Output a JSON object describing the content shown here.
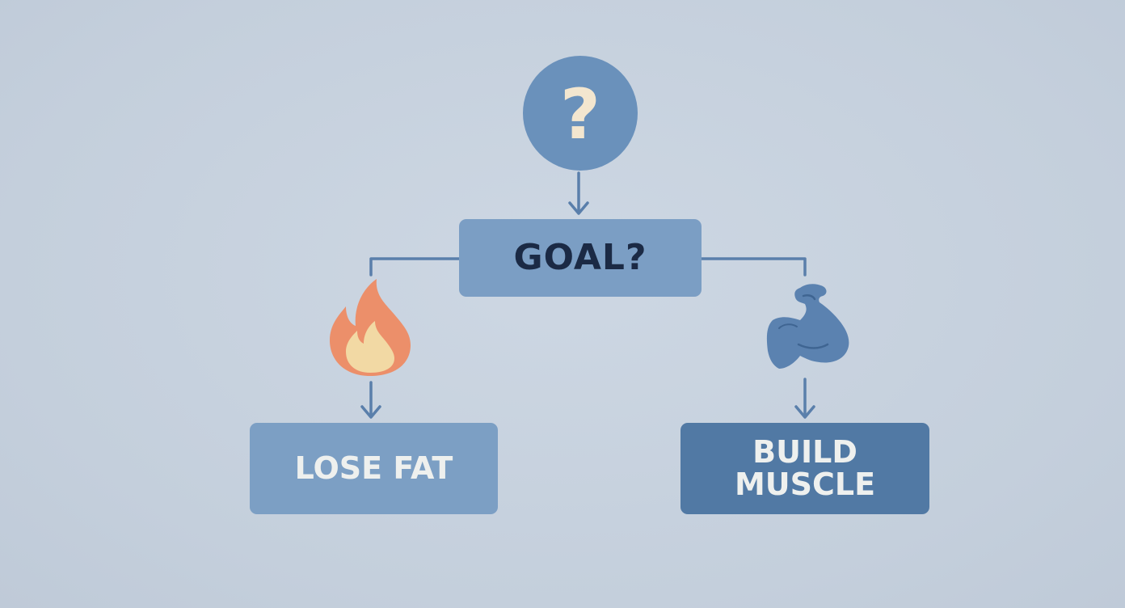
{
  "diagram": {
    "start_symbol": "?",
    "decision_label": "GOAL?",
    "options": [
      {
        "label": "LOSE FAT",
        "icon": "flame-icon"
      },
      {
        "label_line1": "BUILD",
        "label_line2": "MUSCLE",
        "icon": "flexed-bicep-icon"
      }
    ]
  },
  "colors": {
    "background": "#c6d1de",
    "primary_blue": "#7b9ec4",
    "dark_blue": "#5179a4",
    "circle_blue": "#6a91bb",
    "connector": "#5a7fab",
    "flame_outer": "#ec8f6a",
    "flame_inner": "#f2d9a4",
    "label_dark": "#1b2a45",
    "label_light": "#eef0ee"
  }
}
